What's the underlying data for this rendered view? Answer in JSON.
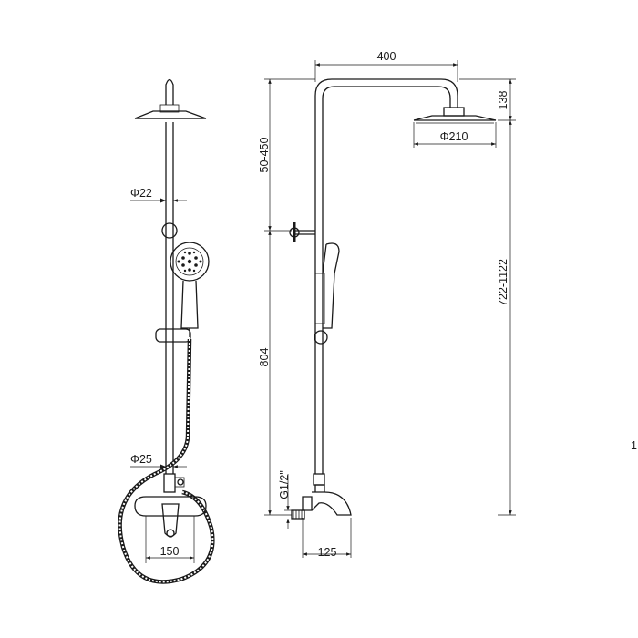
{
  "dimensions": {
    "arm_length": "400",
    "head_height": "138",
    "head_diameter": "Φ210",
    "upper_range": "50-450",
    "total_range": "722-1122",
    "lower_height": "804",
    "inlet_thread": "G1/2\"",
    "valve_depth": "125",
    "pipe_diameter_top": "Φ22",
    "pipe_diameter_bottom": "Φ25",
    "inlet_spacing": "150",
    "page_marker": "1"
  }
}
